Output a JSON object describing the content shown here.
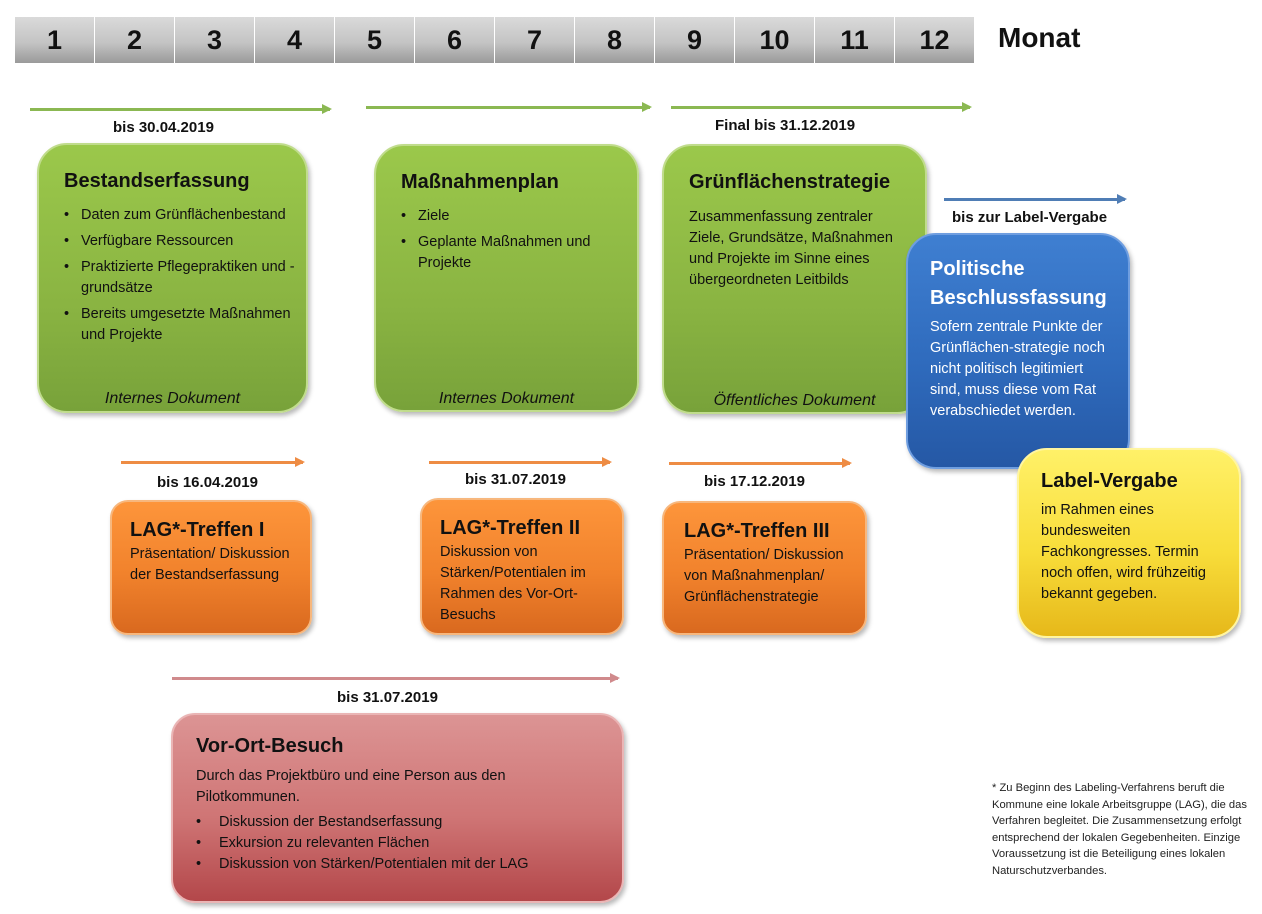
{
  "months": [
    "1",
    "2",
    "3",
    "4",
    "5",
    "6",
    "7",
    "8",
    "9",
    "10",
    "11",
    "12"
  ],
  "month_label": "Monat",
  "dates": {
    "bestand": "bis 30.04.2019",
    "final": "Final bis 31.12.2019",
    "label": "bis zur Label-Vergabe",
    "lag1": "bis 16.04.2019",
    "lag2": "bis 31.07.2019",
    "lag3": "bis 17.12.2019",
    "vorort": "bis 31.07.2019"
  },
  "bestand": {
    "title": "Bestandserfassung",
    "items": [
      "Daten zum Grünflächenbestand",
      "Verfügbare Ressourcen",
      "Praktizierte Pflegepraktiken und -grundsätze",
      "Bereits umgesetzte Maßnahmen und Projekte"
    ],
    "footer": "Internes Dokument"
  },
  "plan": {
    "title": "Maßnahmenplan",
    "items": [
      "Ziele",
      "Geplante Maßnahmen und Projekte"
    ],
    "footer": "Internes Dokument"
  },
  "strategie": {
    "title": "Grünflächenstrategie",
    "text": "Zusammenfassung zentraler Ziele, Grundsätze, Maßnahmen und Projekte im Sinne eines übergeordneten Leitbilds",
    "footer": "Öffentliches Dokument"
  },
  "politik": {
    "title": "Politische Beschlussfassung",
    "text": "Sofern zentrale Punkte der Grünflächen-strategie noch nicht politisch legitimiert sind, muss diese vom Rat verabschiedet werden."
  },
  "label": {
    "title": "Label-Vergabe",
    "text": "im Rahmen eines bundesweiten Fachkongresses. Termin noch offen, wird frühzeitig bekannt gegeben."
  },
  "lag1": {
    "title": "LAG*-Treffen I",
    "text": "Präsentation/ Diskussion der Bestandserfassung"
  },
  "lag2": {
    "title": "LAG*-Treffen II",
    "text": "Diskussion von Stärken/Potentialen im Rahmen des Vor-Ort-Besuchs"
  },
  "lag3": {
    "title": "LAG*-Treffen III",
    "text": "Präsentation/ Diskussion von Maßnahmenplan/ Grünflächenstrategie"
  },
  "vorort": {
    "title": "Vor-Ort-Besuch",
    "text": "Durch das Projektbüro und eine Person aus den Pilotkommunen.",
    "items": [
      "Diskussion der Bestandserfassung",
      "Exkursion zu relevanten Flächen",
      "Diskussion von Stärken/Potentialen mit der LAG"
    ]
  },
  "note": "* Zu Beginn des Labeling-Verfahrens beruft die Kommune eine lokale Arbeitsgruppe (LAG), die das Verfahren begleitet. Die Zusammensetzung erfolgt entsprechend der lokalen Gegebenheiten. Einzige Voraussetzung ist die Beteiligung eines lokalen Naturschutzverbandes.",
  "colors": {
    "green": "#8ab442",
    "blue": "#2f6bbd",
    "orange": "#f1822c",
    "red": "#cf7575",
    "yellow": "#f8dd3a",
    "month_gray": "#c4c4c4"
  }
}
